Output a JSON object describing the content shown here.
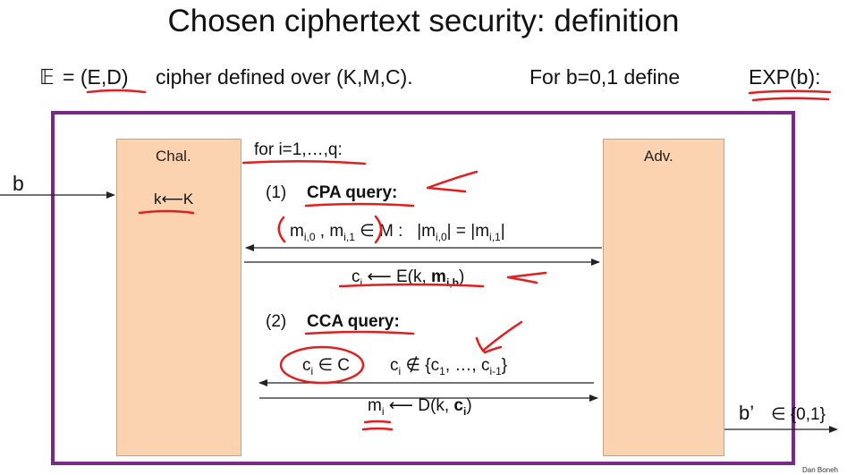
{
  "title": "Chosen ciphertext security:  definition",
  "setup": {
    "scheme_symbol": "𝔼",
    "scheme_def": "= (E,D)",
    "scheme_rest": "cipher defined over  (K,M,C).",
    "for_clause": "For  b=0,1  define",
    "exp": "EXP(b):"
  },
  "challenger": {
    "label": "Chal.",
    "keygen": "k⟵K"
  },
  "adversary": {
    "label": "Adv."
  },
  "input_bit": "b",
  "loop": "for i=1,…,q:",
  "cpa": {
    "number": "(1)",
    "heading": "CPA query:",
    "query": {
      "m": "m",
      "sub_i0": "i,0",
      "sep": ",",
      "sub_i1": "i,1",
      "in_M": "∈ M :",
      "len_eq_left": "|m",
      "len_eq_mid": "| = |m",
      "len_eq_right": "|"
    },
    "response": {
      "c": "c",
      "sub_i": "i",
      "arrow": "⟵ E(k,",
      "m_bold": "m",
      "sub_ib": "i,b",
      "close": ")"
    }
  },
  "cca": {
    "number": "(2)",
    "heading": "CCA query:",
    "query": {
      "c": "c",
      "sub_i": "i",
      "in_C": "∈ C",
      "notin": "c",
      "sub_i2": "i",
      "notin_set": "∉ {c",
      "sub_1": "1",
      "dots": ", …, c",
      "sub_im1": "i-1",
      "close": "}"
    },
    "response": {
      "m": "m",
      "sub_i": "i",
      "arrow": "⟵ D(k,",
      "c_bold": "c",
      "sub_i_b": "i",
      "close": ")"
    }
  },
  "output": {
    "b_prime": "b’",
    "range": "∈ {0,1}"
  },
  "credit": "Dan Boneh",
  "colors": {
    "frame": "#7a2a86",
    "box_fill": "#fbd3b0",
    "ink": "#e02020"
  }
}
